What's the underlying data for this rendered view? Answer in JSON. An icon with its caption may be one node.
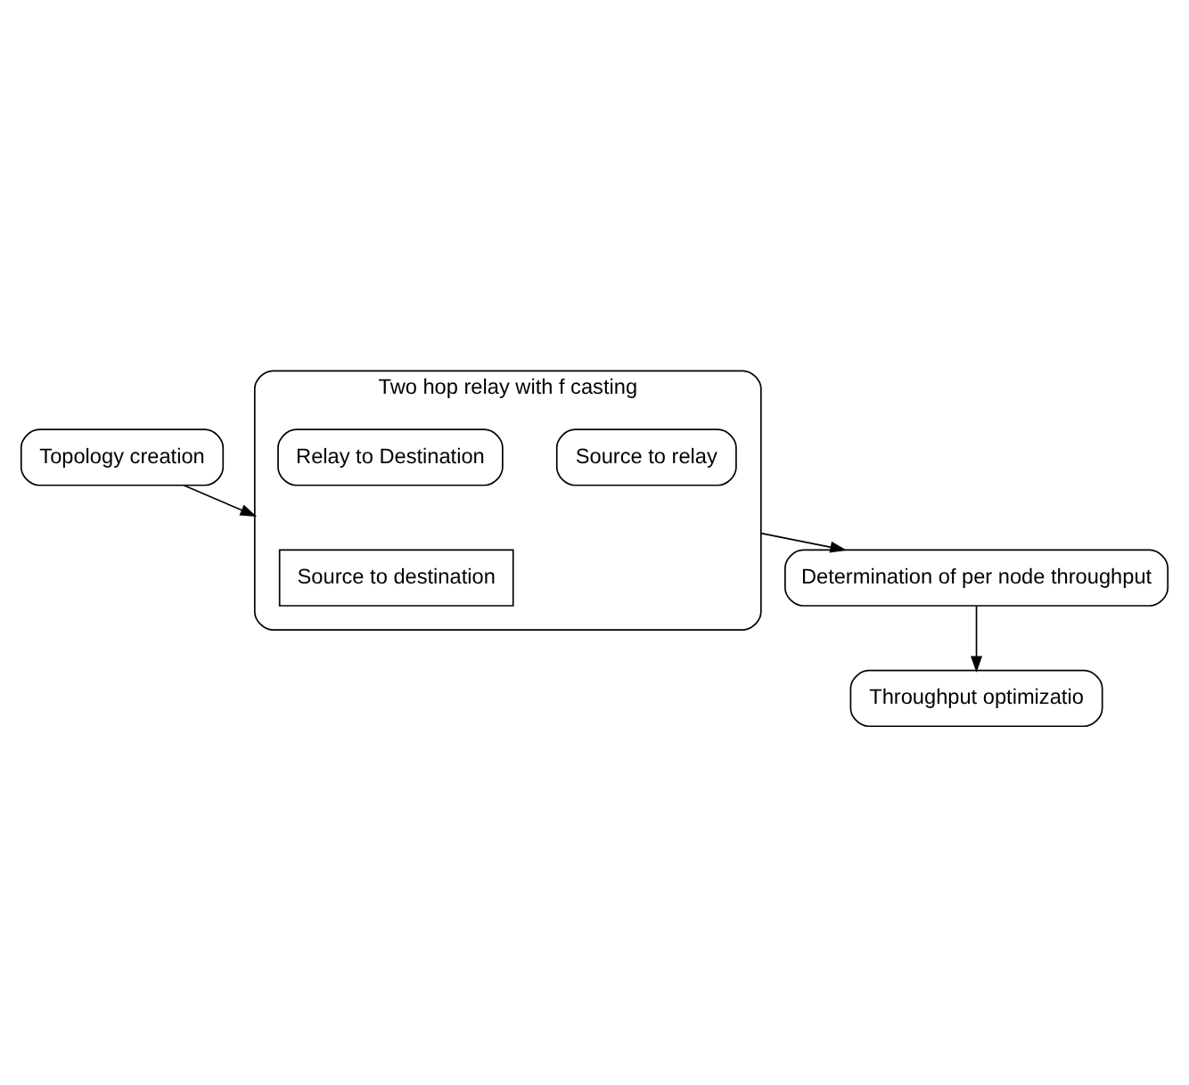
{
  "diagram": {
    "nodes": [
      {
        "text": [
          "Topology creation"
        ]
      },
      {
        "text": [
          "Two hop relay with f casting"
        ]
      },
      {
        "text": [
          "Source to destination"
        ],
        "in": 1
      },
      {
        "text": [
          "Source to relay"
        ],
        "in": 1
      },
      {
        "text": [
          "Relay to Destination"
        ],
        "in": 1
      },
      {
        "text": [
          "Determination of per node throughput"
        ]
      },
      {
        "text": [
          "Throughput optimizatio"
        ]
      }
    ],
    "edges": [
      {
        "from": 0,
        "to": 1,
        "arrow": "to"
      },
      {
        "from": 1,
        "to": 5,
        "arrow": "to"
      },
      {
        "from": 5,
        "to": 6,
        "arrow": "to"
      }
    ]
  }
}
